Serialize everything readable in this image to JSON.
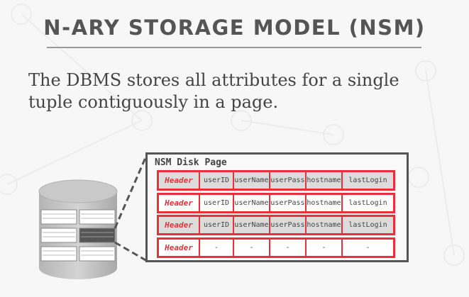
{
  "title": "N-ARY STORAGE MODEL (NSM)",
  "description": "The DBMS stores all attributes for a single tuple contiguously in a page.",
  "disk_page": {
    "label": "NSM Disk Page",
    "header_label": "Header",
    "tuples": [
      {
        "shade": "gray",
        "cells": [
          "userID",
          "userName",
          "userPass",
          "hostname",
          "lastLogin"
        ]
      },
      {
        "shade": "white",
        "cells": [
          "userID",
          "userName",
          "userPass",
          "hostname",
          "lastLogin"
        ]
      },
      {
        "shade": "gray",
        "cells": [
          "userID",
          "userName",
          "userPass",
          "hostname",
          "lastLogin"
        ]
      },
      {
        "shade": "white",
        "cells": [
          "-",
          "-",
          "-",
          "-",
          "-"
        ]
      }
    ]
  },
  "colors": {
    "accent_red": "#e8303a",
    "title_gray": "#555555",
    "text_gray": "#444444",
    "cell_gray": "#dcdcdc"
  }
}
